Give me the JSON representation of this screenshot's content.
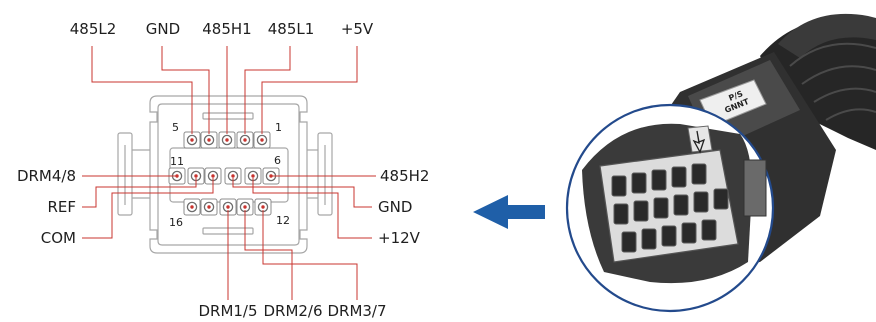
{
  "top_labels": [
    "485L2",
    "GND",
    "485H1",
    "485L1",
    "+5V"
  ],
  "left_labels": [
    "DRM4/8",
    "REF",
    "COM"
  ],
  "right_labels": [
    "485H2",
    "GND",
    "+12V"
  ],
  "bottom_labels": [
    "DRM1/5",
    "DRM2/6",
    "DRM3/7"
  ],
  "pin_numbers": {
    "top_left": "5",
    "top_right": "1",
    "mid_left": "11",
    "mid_right": "6",
    "bottom_left": "16",
    "bottom_right": "12"
  },
  "connector_marking": {
    "line1": "P/S",
    "line2": "GNNT"
  },
  "colors": {
    "leader_line": "#c8342f",
    "arrow": "#1f5fa8",
    "circle": "#234a8c"
  },
  "icons": {
    "direction_arrow": "arrow-left-icon",
    "plug_arrow": "arrow-down-icon"
  }
}
